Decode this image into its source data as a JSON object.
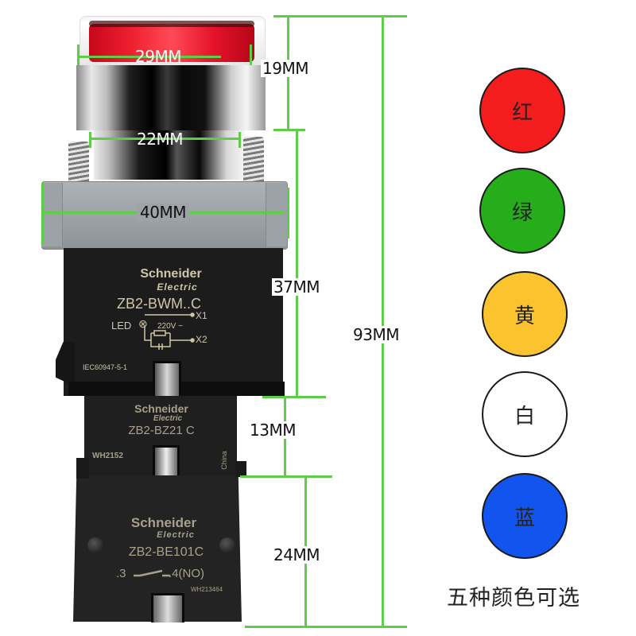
{
  "product": {
    "brand": "Schneider",
    "brand_sub": "Electric",
    "led_block": {
      "model": "ZB2-BWM..C",
      "led_label": "LED",
      "terminal_1": "X1",
      "terminal_2": "X2",
      "voltage": "220V ~",
      "standard": "IEC60947-5-1"
    },
    "mid_block": {
      "model": "ZB2-BZ21 C",
      "code": "WH2152",
      "origin": "China"
    },
    "contact_block": {
      "model": "ZB2-BE101C",
      "contact": ".3",
      "contact_end": ".4(NO)",
      "code": "WH213464"
    }
  },
  "dimensions": {
    "cap_width": "29MM",
    "cap_height": "19MM",
    "neck_width": "22MM",
    "base_width": "40MM",
    "body_height": "37MM",
    "mid_height": "13MM",
    "bottom_height": "24MM",
    "total_height": "93MM"
  },
  "colors": {
    "options": [
      {
        "label": "红",
        "hex": "#f41c1c"
      },
      {
        "label": "绿",
        "hex": "#25ad1a"
      },
      {
        "label": "黄",
        "hex": "#fbc42f"
      },
      {
        "label": "白",
        "hex": "#ffffff"
      },
      {
        "label": "蓝",
        "hex": "#1254ee"
      }
    ],
    "caption": "五种颜色可选"
  },
  "accent": {
    "dimension_line": "#5fcd4a"
  }
}
